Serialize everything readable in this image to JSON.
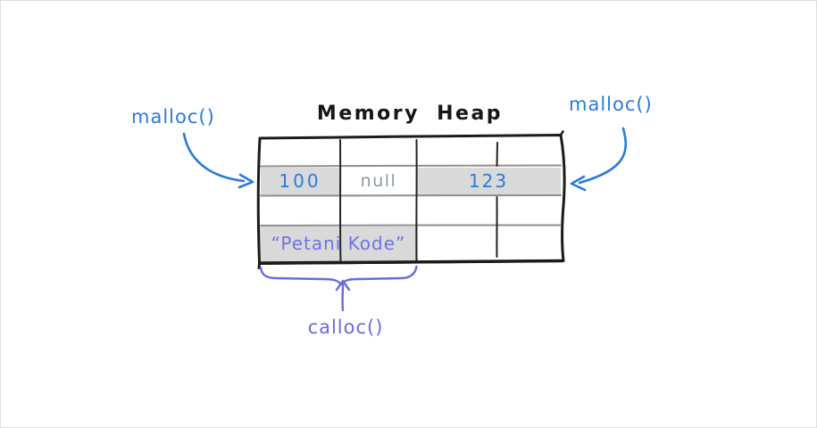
{
  "diagram": {
    "title": "Memory Heap",
    "annotations": {
      "malloc_left": "malloc()",
      "malloc_right": "malloc()",
      "calloc": "calloc()"
    },
    "heap_table": {
      "rows": 4,
      "cols": 4,
      "cells": [
        {
          "row": 2,
          "col": "1",
          "value": "100",
          "highlighted": true,
          "allocator": "malloc()"
        },
        {
          "row": 2,
          "col": "2",
          "value": "null",
          "highlighted": false,
          "allocator": ""
        },
        {
          "row": 2,
          "col": "3-4",
          "value": "123",
          "highlighted": true,
          "allocator": "malloc()"
        },
        {
          "row": 4,
          "col": "1-2",
          "value": "“Petani Kode”",
          "highlighted": true,
          "allocator": "calloc()"
        }
      ]
    },
    "colors": {
      "malloc_blue": "#2b7bd8",
      "calloc_purple": "#6a6ce0",
      "null_gray": "#8e99a8",
      "highlight_gray": "#d9d9d9",
      "grid_line_gray": "#8f8f8f",
      "border_black": "#1b1b1b",
      "background": "#ffffff"
    }
  }
}
